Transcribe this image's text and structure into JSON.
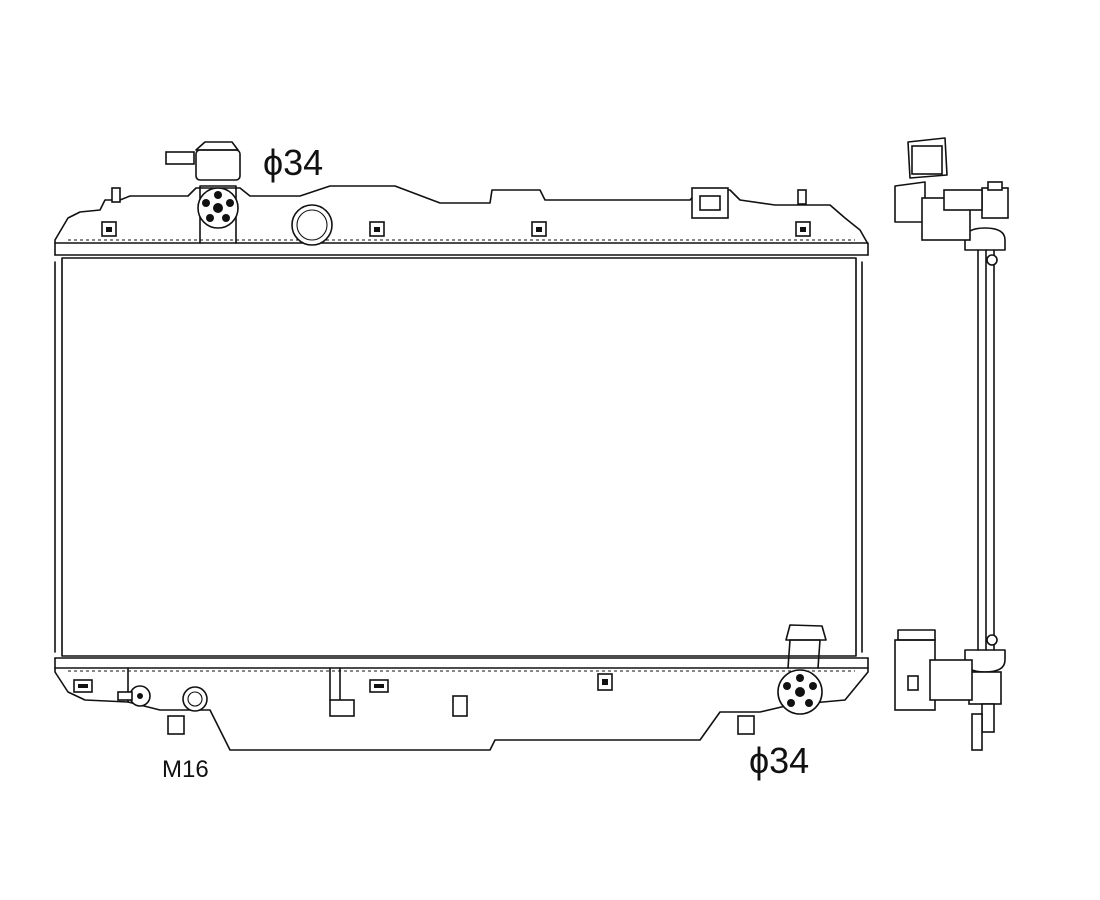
{
  "labels": {
    "inlet_diameter": "ϕ34",
    "outlet_diameter": "ϕ34",
    "drain_thread": "M16"
  },
  "colors": {
    "line": "#111111",
    "background": "#ffffff"
  }
}
